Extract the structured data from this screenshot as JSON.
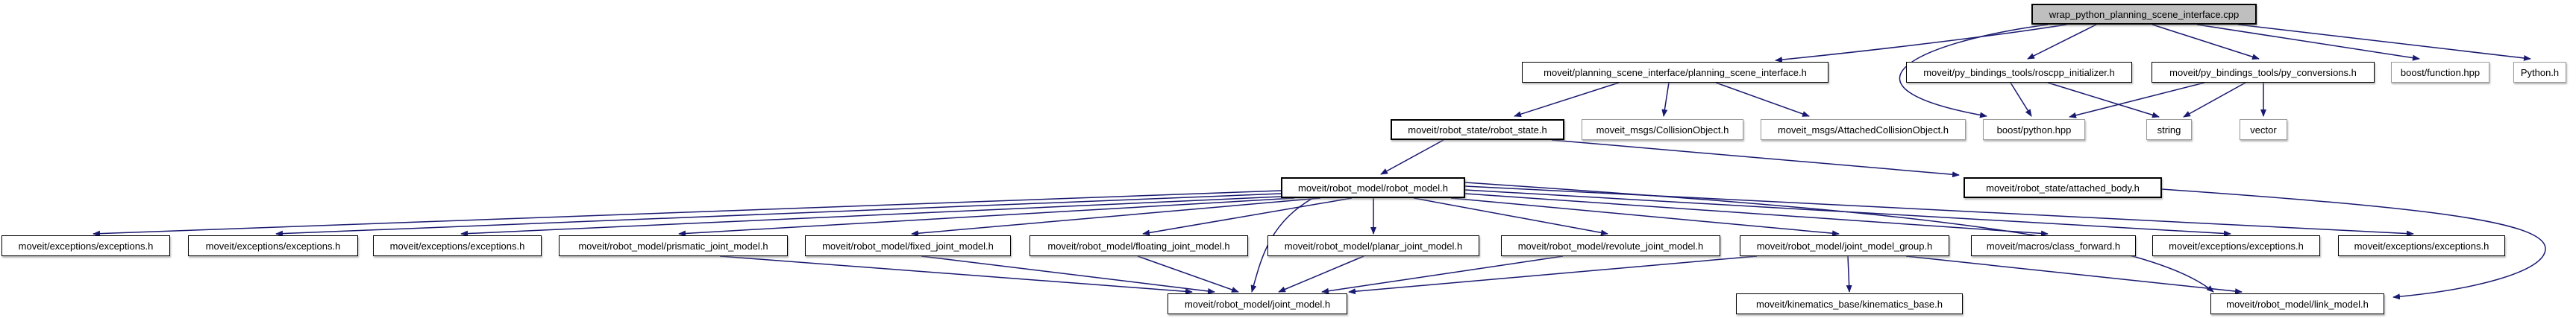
{
  "diagram": {
    "type": "include-dependency-graph",
    "root": "wrap_python_planning_scene_interface.cpp"
  },
  "colors": {
    "background": "#ffffff",
    "edge": "#191970",
    "node_border": "#000000",
    "external_node_border": "#9a9a9a",
    "root_node_fill": "#bfbfbf",
    "node_fill": "#ffffff",
    "text": "#000000"
  },
  "nodes": [
    {
      "label": "wrap_python_planning_scene_interface.cpp",
      "kind": "root"
    },
    {
      "label": "moveit/planning_scene_interface/planning_scene_interface.h",
      "kind": "documented"
    },
    {
      "label": "moveit/py_bindings_tools/roscpp_initializer.h",
      "kind": "documented"
    },
    {
      "label": "moveit/py_bindings_tools/py_conversions.h",
      "kind": "documented"
    },
    {
      "label": "boost/function.hpp",
      "kind": "external"
    },
    {
      "label": "Python.h",
      "kind": "external"
    },
    {
      "label": "moveit/robot_state/robot_state.h",
      "kind": "documented"
    },
    {
      "label": "moveit_msgs/CollisionObject.h",
      "kind": "external"
    },
    {
      "label": "moveit_msgs/AttachedCollisionObject.h",
      "kind": "external"
    },
    {
      "label": "boost/python.hpp",
      "kind": "external"
    },
    {
      "label": "string",
      "kind": "external"
    },
    {
      "label": "vector",
      "kind": "external"
    },
    {
      "label": "moveit/robot_model/robot_model.h",
      "kind": "documented"
    },
    {
      "label": "moveit/robot_state/attached_body.h",
      "kind": "documented"
    },
    {
      "label": "moveit/exceptions/exceptions.h",
      "kind": "documented"
    },
    {
      "label": "moveit/exceptions/exceptions.h",
      "kind": "documented"
    },
    {
      "label": "moveit/exceptions/exceptions.h",
      "kind": "documented"
    },
    {
      "label": "moveit/robot_model/prismatic_joint_model.h",
      "kind": "documented"
    },
    {
      "label": "moveit/robot_model/fixed_joint_model.h",
      "kind": "documented"
    },
    {
      "label": "moveit/robot_model/floating_joint_model.h",
      "kind": "documented"
    },
    {
      "label": "moveit/robot_model/planar_joint_model.h",
      "kind": "documented"
    },
    {
      "label": "moveit/robot_model/revolute_joint_model.h",
      "kind": "documented"
    },
    {
      "label": "moveit/robot_model/joint_model_group.h",
      "kind": "documented"
    },
    {
      "label": "moveit/macros/class_forward.h",
      "kind": "documented"
    },
    {
      "label": "moveit/exceptions/exceptions.h",
      "kind": "documented"
    },
    {
      "label": "moveit/exceptions/exceptions.h",
      "kind": "documented"
    },
    {
      "label": "moveit/robot_model/joint_model.h",
      "kind": "documented"
    },
    {
      "label": "moveit/kinematics_base/kinematics_base.h",
      "kind": "documented"
    },
    {
      "label": "moveit/robot_model/link_model.h",
      "kind": "documented"
    }
  ],
  "edges": [
    {
      "from": 0,
      "to": 1
    },
    {
      "from": 0,
      "to": 2
    },
    {
      "from": 0,
      "to": 3
    },
    {
      "from": 0,
      "to": 4
    },
    {
      "from": 0,
      "to": 5
    },
    {
      "from": 0,
      "to": 9
    },
    {
      "from": 1,
      "to": 6
    },
    {
      "from": 1,
      "to": 7
    },
    {
      "from": 1,
      "to": 8
    },
    {
      "from": 2,
      "to": 9
    },
    {
      "from": 2,
      "to": 10
    },
    {
      "from": 3,
      "to": 9
    },
    {
      "from": 3,
      "to": 10
    },
    {
      "from": 3,
      "to": 11
    },
    {
      "from": 6,
      "to": 12
    },
    {
      "from": 6,
      "to": 13
    },
    {
      "from": 12,
      "to": 14
    },
    {
      "from": 12,
      "to": 15
    },
    {
      "from": 12,
      "to": 16
    },
    {
      "from": 12,
      "to": 17
    },
    {
      "from": 12,
      "to": 18
    },
    {
      "from": 12,
      "to": 19
    },
    {
      "from": 12,
      "to": 20
    },
    {
      "from": 12,
      "to": 21
    },
    {
      "from": 12,
      "to": 22
    },
    {
      "from": 12,
      "to": 23
    },
    {
      "from": 12,
      "to": 24
    },
    {
      "from": 12,
      "to": 25
    },
    {
      "from": 12,
      "to": 26
    },
    {
      "from": 12,
      "to": 28
    },
    {
      "from": 13,
      "to": 28
    },
    {
      "from": 17,
      "to": 26
    },
    {
      "from": 18,
      "to": 26
    },
    {
      "from": 19,
      "to": 26
    },
    {
      "from": 20,
      "to": 26
    },
    {
      "from": 21,
      "to": 26
    },
    {
      "from": 22,
      "to": 26
    },
    {
      "from": 22,
      "to": 27
    },
    {
      "from": 22,
      "to": 28
    }
  ]
}
